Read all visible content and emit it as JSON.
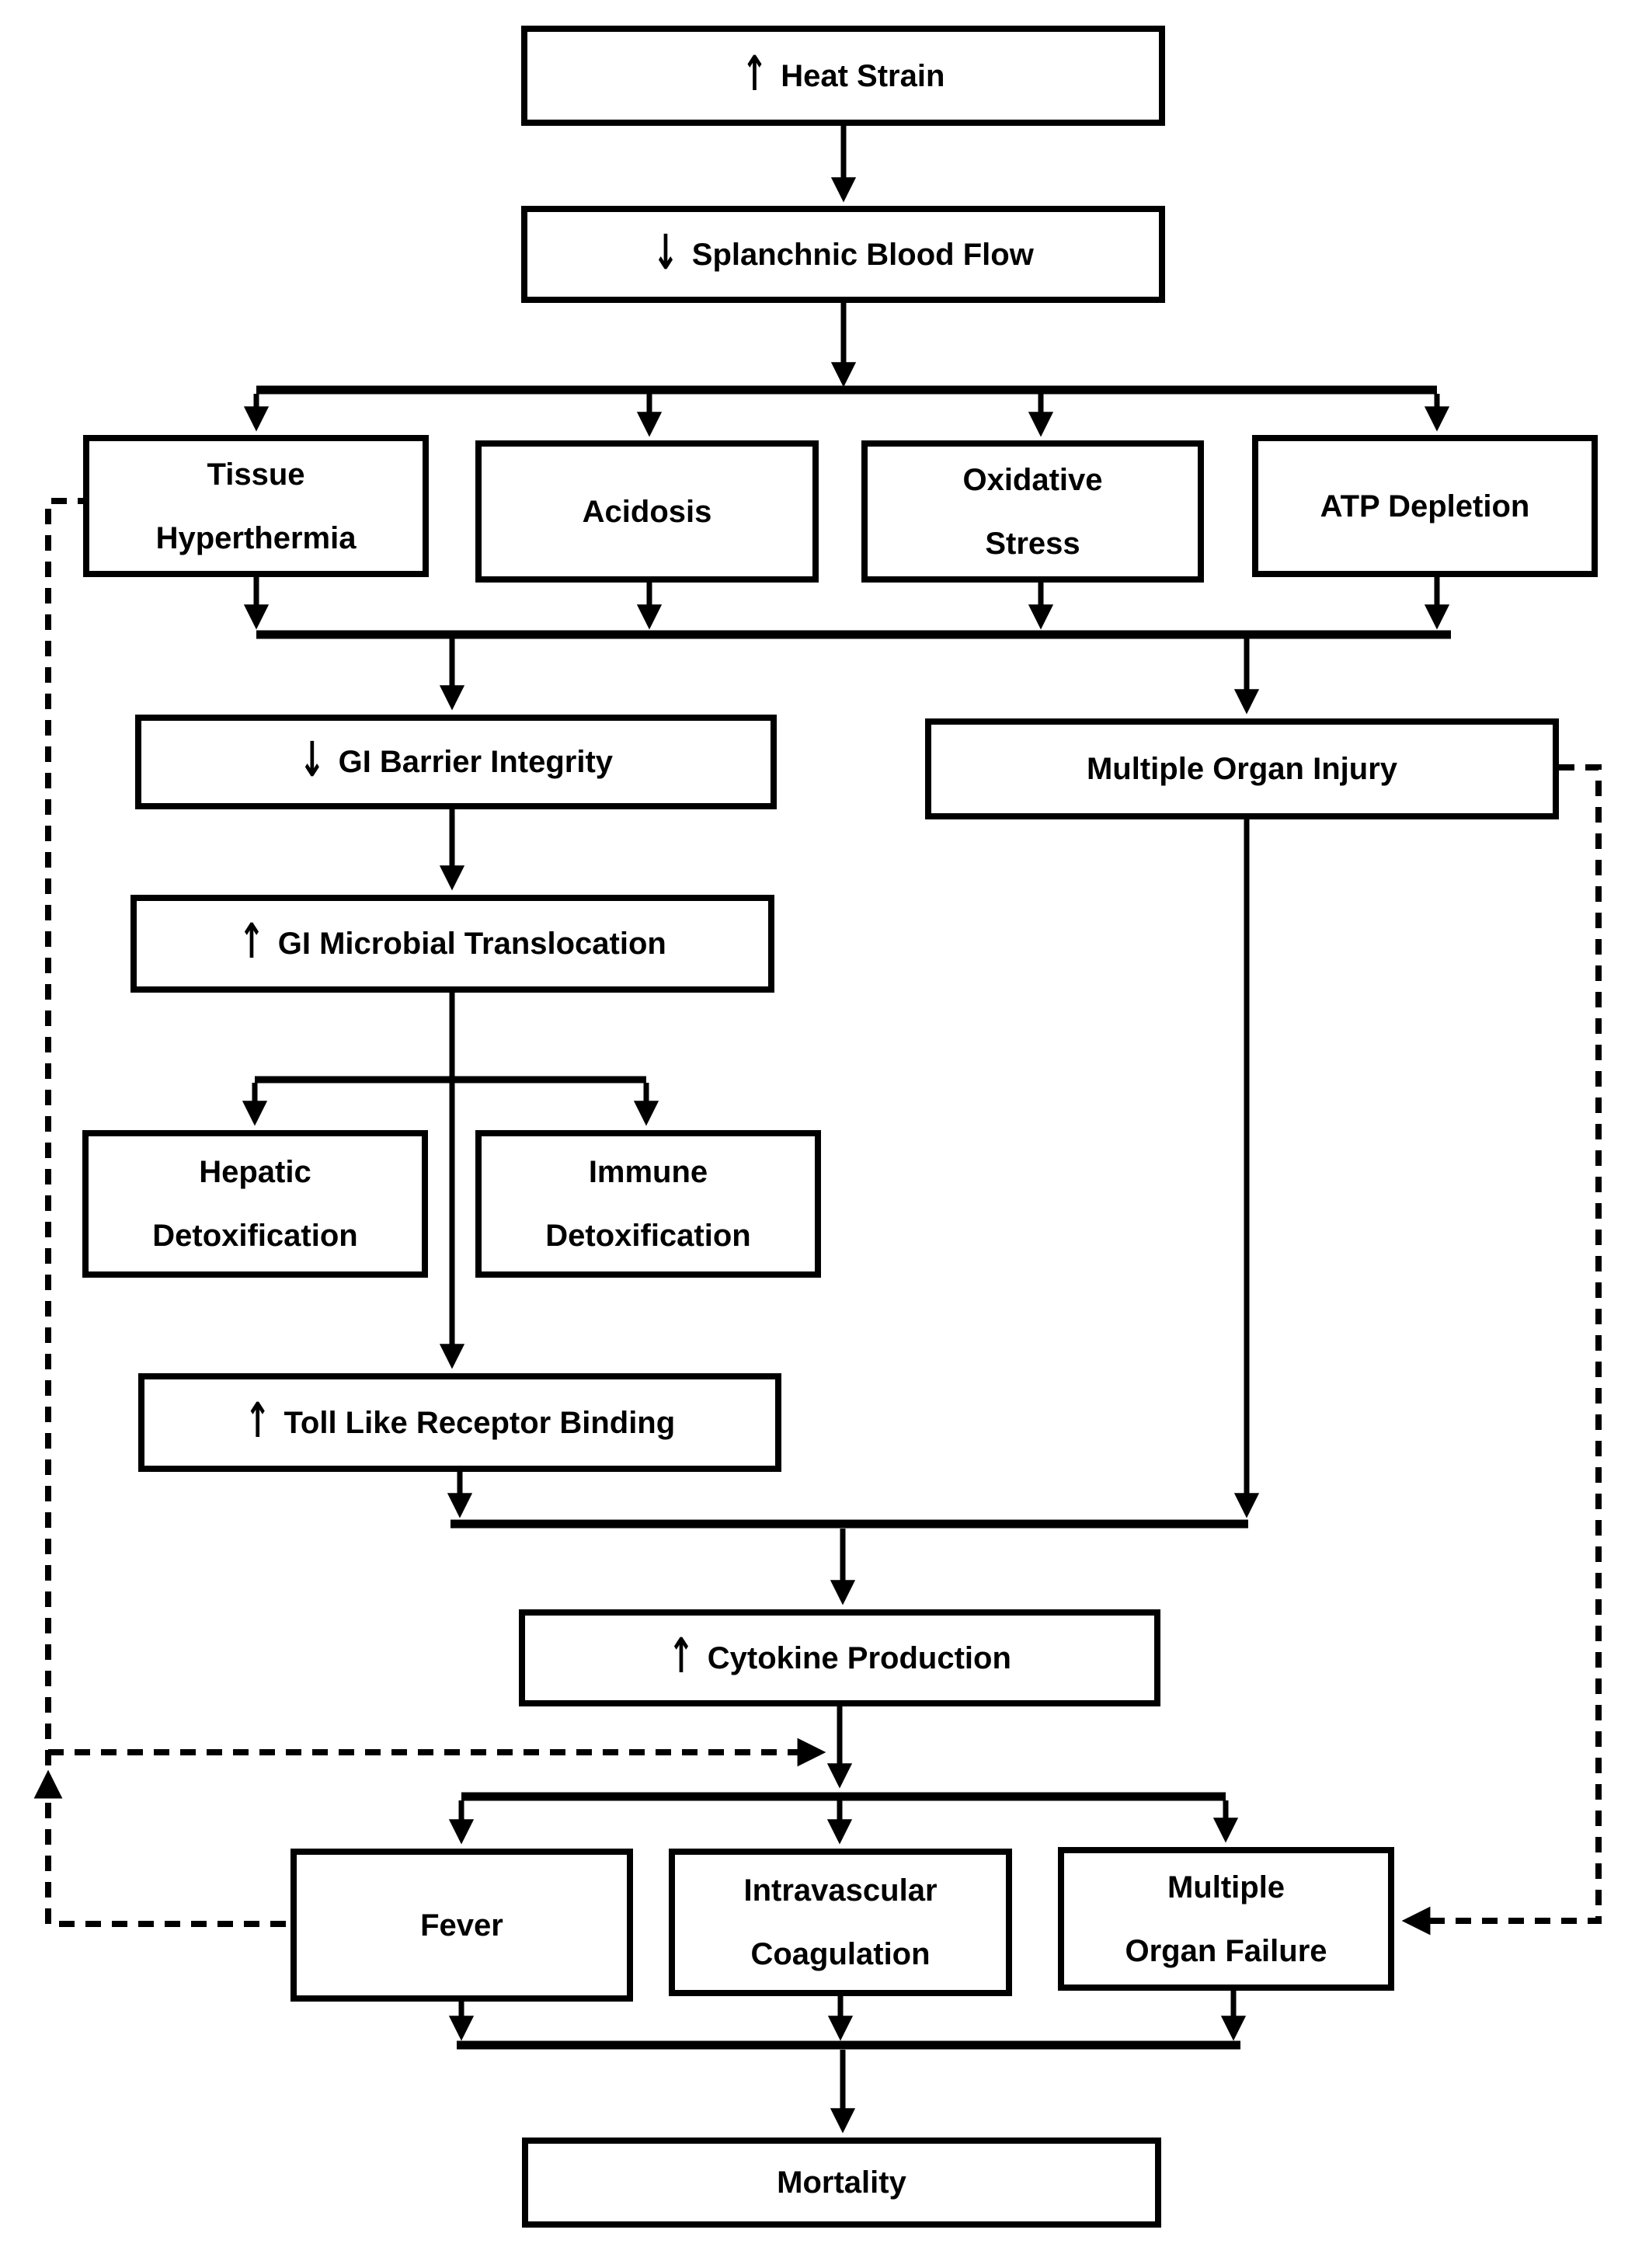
{
  "diagram": {
    "title": "Heat strain pathophysiology flowchart",
    "colors": {
      "background": "#ffffff",
      "line": "#000000",
      "box_border": "#000000",
      "box_fill": "#ffffff",
      "text": "#000000"
    }
  },
  "nodes": {
    "heat_strain": {
      "label": "↑ Heat Strain"
    },
    "splanchnic_blood_flow": {
      "label": "↓ Splanchnic Blood Flow"
    },
    "tissue_hyperthermia": {
      "label": "Tissue\nHyperthermia"
    },
    "acidosis": {
      "label": "Acidosis"
    },
    "oxidative_stress": {
      "label": "Oxidative\nStress"
    },
    "atp_depletion": {
      "label": "ATP Depletion"
    },
    "gi_barrier_integrity": {
      "label": "↓ GI Barrier Integrity"
    },
    "multiple_organ_injury": {
      "label": "Multiple Organ Injury"
    },
    "gi_microbial_translocation": {
      "label": "↑ GI Microbial Translocation"
    },
    "hepatic_detoxification": {
      "label": "Hepatic\nDetoxification"
    },
    "immune_detoxification": {
      "label": "Immune\nDetoxification"
    },
    "toll_like_receptor_binding": {
      "label": "↑ Toll Like Receptor Binding"
    },
    "cytokine_production": {
      "label": "↑ Cytokine Production"
    },
    "fever": {
      "label": "Fever"
    },
    "intravascular_coagulation": {
      "label": "Intravascular\nCoagulation"
    },
    "multiple_organ_failure": {
      "label": "Multiple\nOrgan Failure"
    },
    "mortality": {
      "label": "Mortality"
    }
  },
  "edges": [
    {
      "from": "heat_strain",
      "to": "splanchnic_blood_flow",
      "style": "solid"
    },
    {
      "from": "splanchnic_blood_flow",
      "to": "tissue_hyperthermia",
      "style": "solid"
    },
    {
      "from": "splanchnic_blood_flow",
      "to": "acidosis",
      "style": "solid"
    },
    {
      "from": "splanchnic_blood_flow",
      "to": "oxidative_stress",
      "style": "solid"
    },
    {
      "from": "splanchnic_blood_flow",
      "to": "atp_depletion",
      "style": "solid"
    },
    {
      "from": "tissue_hyperthermia",
      "to": "gi_barrier_integrity",
      "style": "solid"
    },
    {
      "from": "acidosis",
      "to": "gi_barrier_integrity",
      "style": "solid"
    },
    {
      "from": "oxidative_stress",
      "to": "gi_barrier_integrity",
      "style": "solid"
    },
    {
      "from": "atp_depletion",
      "to": "gi_barrier_integrity",
      "style": "solid"
    },
    {
      "from": "tissue_hyperthermia",
      "to": "multiple_organ_injury",
      "style": "solid"
    },
    {
      "from": "acidosis",
      "to": "multiple_organ_injury",
      "style": "solid"
    },
    {
      "from": "oxidative_stress",
      "to": "multiple_organ_injury",
      "style": "solid"
    },
    {
      "from": "atp_depletion",
      "to": "multiple_organ_injury",
      "style": "solid"
    },
    {
      "from": "gi_barrier_integrity",
      "to": "gi_microbial_translocation",
      "style": "solid"
    },
    {
      "from": "gi_microbial_translocation",
      "to": "hepatic_detoxification",
      "style": "solid"
    },
    {
      "from": "gi_microbial_translocation",
      "to": "immune_detoxification",
      "style": "solid"
    },
    {
      "from": "gi_microbial_translocation",
      "to": "toll_like_receptor_binding",
      "style": "solid"
    },
    {
      "from": "toll_like_receptor_binding",
      "to": "cytokine_production",
      "style": "solid"
    },
    {
      "from": "multiple_organ_injury",
      "to": "cytokine_production",
      "style": "solid"
    },
    {
      "from": "cytokine_production",
      "to": "fever",
      "style": "solid"
    },
    {
      "from": "cytokine_production",
      "to": "intravascular_coagulation",
      "style": "solid"
    },
    {
      "from": "cytokine_production",
      "to": "multiple_organ_failure",
      "style": "solid"
    },
    {
      "from": "fever",
      "to": "mortality",
      "style": "solid"
    },
    {
      "from": "intravascular_coagulation",
      "to": "mortality",
      "style": "solid"
    },
    {
      "from": "multiple_organ_failure",
      "to": "mortality",
      "style": "solid"
    },
    {
      "from": "fever",
      "to": "tissue_hyperthermia",
      "style": "dashed"
    },
    {
      "from": "fever",
      "to": "cytokine_production_output",
      "style": "dashed"
    },
    {
      "from": "multiple_organ_injury",
      "to": "multiple_organ_failure",
      "style": "dashed"
    }
  ]
}
